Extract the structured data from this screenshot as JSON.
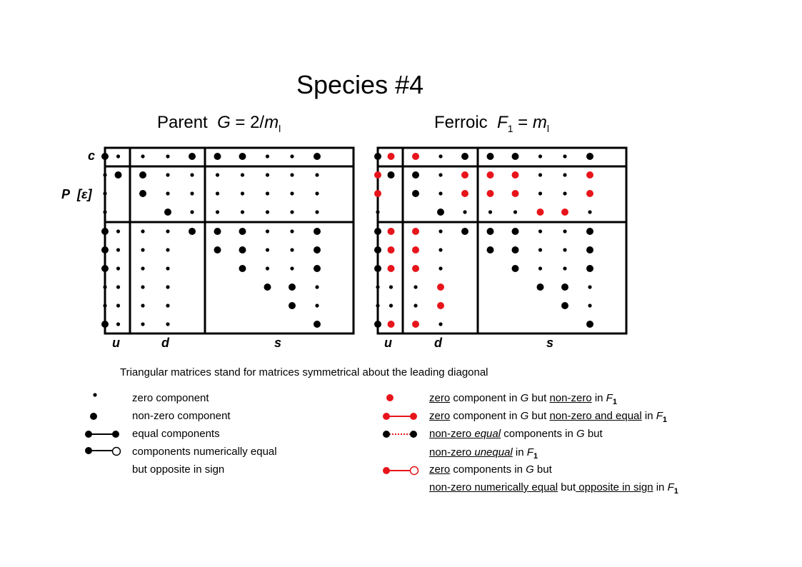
{
  "title": "Species  #4",
  "parent": {
    "prefix": "Parent",
    "sym": "G",
    "eq": " = 2/",
    "m": "m",
    "sub": "l"
  },
  "ferroic": {
    "prefix": "Ferroic",
    "sym": "F",
    "symsub": "1",
    "eq": " = ",
    "m": "m",
    "sub": "l"
  },
  "row_labels": {
    "c": "c",
    "P": "P",
    "eps": "ε"
  },
  "col_labels": {
    "u": "u",
    "d": "d",
    "s": "s"
  },
  "note": "Triangular matrices stand for matrices symmetrical about the leading diagonal",
  "colors": {
    "black": "#000000",
    "red": "#e8141b"
  },
  "legend_left": {
    "zero": "zero component",
    "nonzero": "non-zero component",
    "equal": "equal components",
    "opp1": "components numerically equal",
    "opp2": "but opposite in sign"
  },
  "legend_right": {
    "r1": {
      "a": "zero",
      "b": " component in ",
      "c": "G",
      "d": " but ",
      "e": "non-zero",
      "f": " in ",
      "g": "F",
      "h": "1"
    },
    "r2": {
      "a": "zero",
      "b": " component in ",
      "c": "G",
      "d": " but ",
      "e": "non-zero and equal",
      "f": " in ",
      "g": "F",
      "h": "1"
    },
    "r3": {
      "a": "non-zero ",
      "b": "equal",
      "c": "  components in ",
      "d": "G",
      "e": " but"
    },
    "r3b": {
      "a": "non-zero ",
      "b": "unequal",
      "c": " in ",
      "d": "F",
      "e": "1"
    },
    "r4": {
      "a": "zero",
      "b": " components in ",
      "c": "G",
      "d": " but"
    },
    "r4b": {
      "a": "non-zero numerically equal",
      "b": " but",
      "c": " opposite in sign",
      "d": " in ",
      "e": "F",
      "f": "1"
    }
  },
  "matrices": {
    "parent": [
      "Lsss LLLssL",
      "sLLs ssssss",
      "s-Ls ssssss",
      "s--L ssssss",
      "Lsss LLLssL",
      "Lsss -LLssL",
      "Lsss --LssL",
      "ssss ---LLs",
      "ssss ----Ls",
      "Lsss -----L"
    ],
    "ferroic": [
      "LRRs LLLssL",
      "RLLs RRRssR",
      "R-Ls RRRssR",
      "s--L sssRRs",
      "LRRs LLLssL",
      "LRRs -LLssL",
      "LRRs --LssL",
      "sssR ---LLs",
      "sssR ----Ls",
      "LRRs -----L"
    ]
  }
}
